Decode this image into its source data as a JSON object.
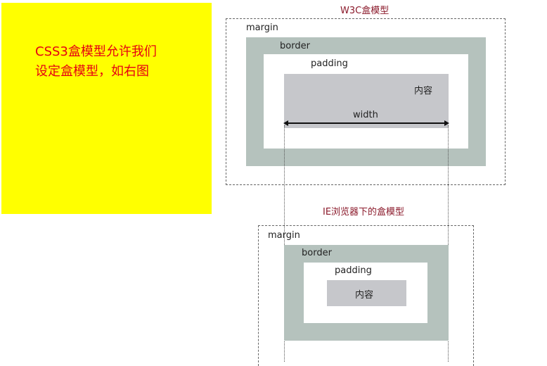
{
  "note": {
    "line1": "CSS3盒模型允许我们",
    "line2": "设定盒模型，如右图"
  },
  "w3c": {
    "title": "W3C盒模型",
    "margin": "margin",
    "border": "border",
    "padding": "padding",
    "content": "内容",
    "width": "width"
  },
  "ie": {
    "title": "IE浏览器下的盒模型",
    "margin": "margin",
    "border": "border",
    "padding": "padding",
    "content": "内容"
  },
  "colors": {
    "note_bg": "#ffff00",
    "note_text": "#e60012",
    "title": "#8b1a2b",
    "border_fill": "#b5c2bd",
    "content_fill": "#c6c7cb"
  }
}
